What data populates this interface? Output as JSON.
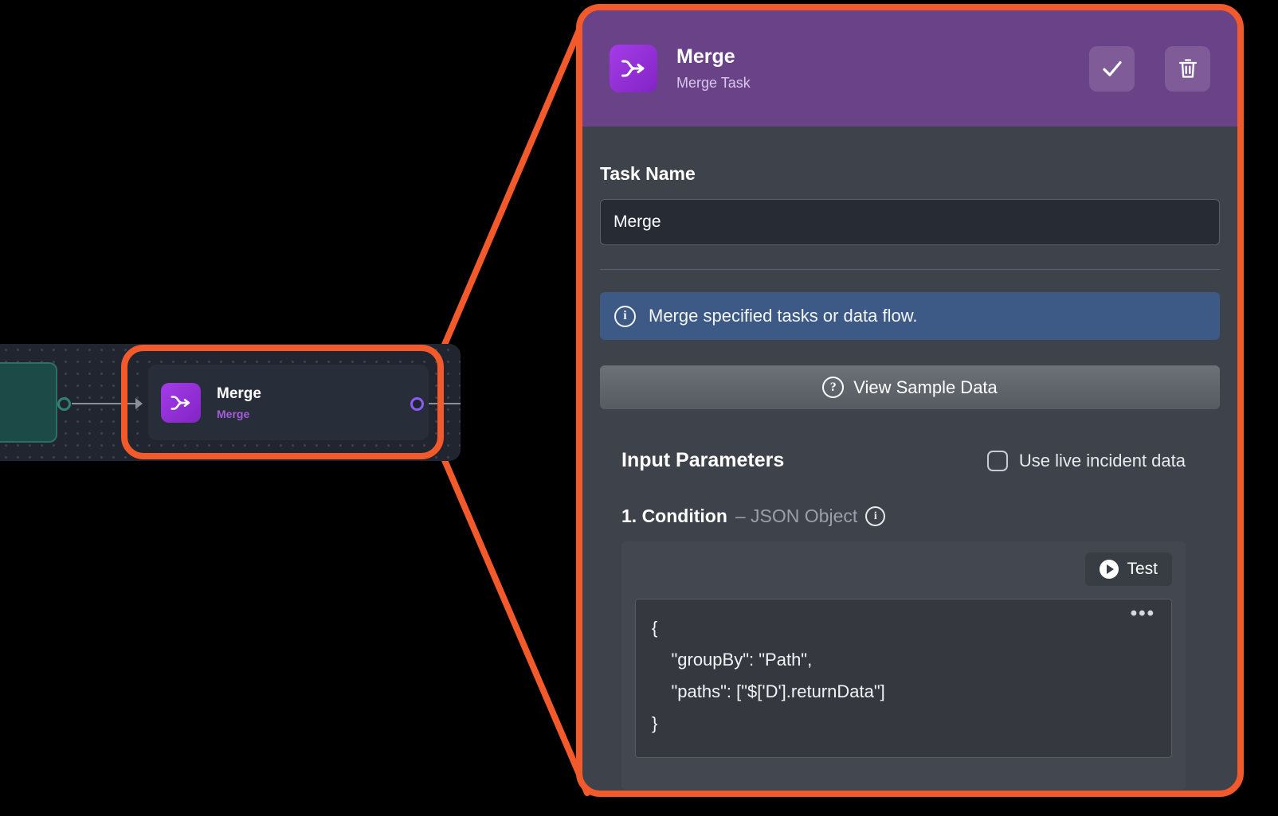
{
  "colors": {
    "accent_orange": "#f2592b",
    "header_purple": "#6a4288",
    "icon_purple": "#9a30d8",
    "info_blue": "#3d5a87",
    "panel_bg": "#3e424a",
    "node_subtitle_purple": "#a65ddb"
  },
  "canvas": {
    "node": {
      "title": "Merge",
      "subtitle": "Merge"
    }
  },
  "panel": {
    "header": {
      "title": "Merge",
      "subtitle": "Merge Task"
    },
    "task_name": {
      "label": "Task Name",
      "value": "Merge"
    },
    "info_banner": {
      "icon": "info-circle",
      "text": "Merge specified tasks or data flow."
    },
    "sample_data_button": {
      "icon": "question-circle",
      "label": "View Sample Data"
    },
    "input_parameters": {
      "heading": "Input Parameters",
      "live_data_label": "Use live incident data",
      "checkbox_checked": false
    },
    "condition": {
      "name": "1. Condition",
      "type": "– JSON Object",
      "test_button_label": "Test",
      "ellipsis": "•••",
      "code_lines": [
        "{",
        "    \"groupBy\": \"Path\",",
        "    \"paths\": [\"$['D'].returnData\"]",
        "}"
      ]
    }
  }
}
